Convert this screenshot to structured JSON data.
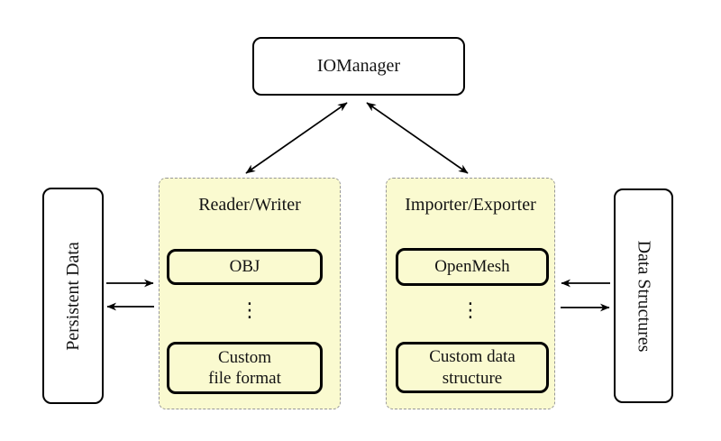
{
  "colors": {
    "page_bg": "#ffffff",
    "ink": "#000000",
    "text": "#131313",
    "node_fill": "#ffffff",
    "group_fill": "#fafad0",
    "group_border": "#979797"
  },
  "nodes": {
    "iomanager": {
      "label": "IOManager"
    },
    "persistent_data": {
      "label": "Persistent Data"
    },
    "data_structures": {
      "label": "Data Structures"
    }
  },
  "groups": {
    "reader_writer": {
      "label": "Reader/Writer",
      "item_top": "OBJ",
      "dots": "⋮",
      "item_bottom_line1": "Custom",
      "item_bottom_line2": "file format"
    },
    "importer_exporter": {
      "label": "Importer/Exporter",
      "item_top": "OpenMesh",
      "dots": "⋮",
      "item_bottom_line1": "Custom data",
      "item_bottom_line2": "structure"
    }
  }
}
